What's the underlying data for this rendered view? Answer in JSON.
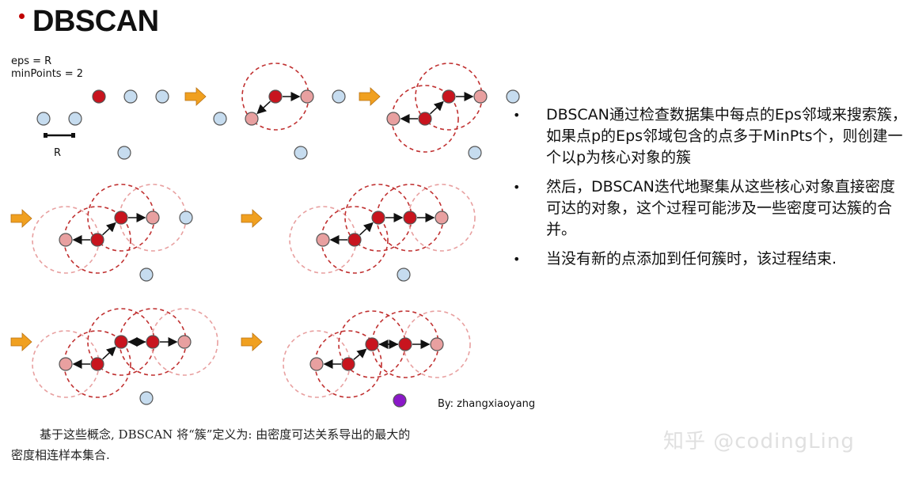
{
  "header": {
    "title": "DBSCAN"
  },
  "diagram": {
    "params": {
      "eps": "eps = R",
      "min_points": "minPoints = 2"
    },
    "r_label": "R",
    "byline": "By: zhangxiaoyang"
  },
  "caption": {
    "line1": "基于这些概念, DBSCAN 将“簇”定义为: 由密度可达关系导出的最大的",
    "line2": "密度相连样本集合."
  },
  "bullets": [
    "DBSCAN通过检查数据集中每点的Eps邻域来搜索簇，如果点p的Eps邻域包含的点多于MinPts个，则创建一个以p为核心对象的簇",
    "然后，DBSCAN迭代地聚集从这些核心对象直接密度可达的对象，这个过程可能涉及一些密度可达簇的合并。",
    "当没有新的点添加到任何簇时，该过程结束."
  ],
  "watermark": "知乎 @codingLing",
  "colors": {
    "core_point": "#c8141e",
    "border_point": "#e8a0a0",
    "unvisited_point": "#c6dcef",
    "noise_point": "#8a18c8",
    "arrow": "#f0a020",
    "circle_dark": "#c03030",
    "circle_light": "#e8a0a0"
  }
}
